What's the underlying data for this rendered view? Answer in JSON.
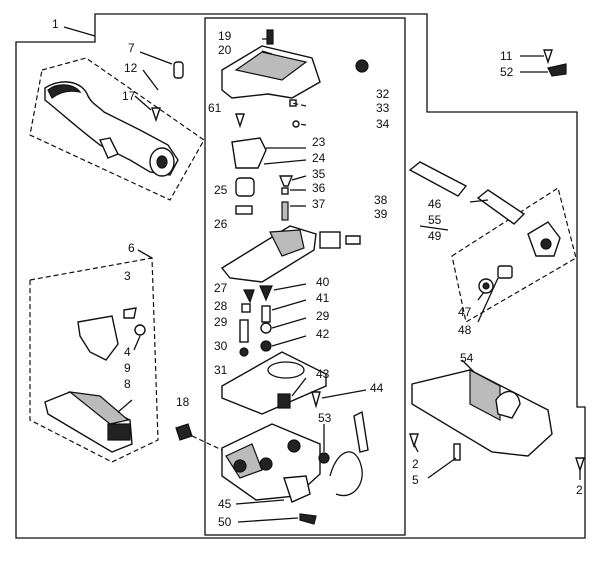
{
  "labels": {
    "l1": "1",
    "l2a": "2",
    "l2b": "2",
    "l3": "3",
    "l4": "4",
    "l5": "5",
    "l6": "6",
    "l7": "7",
    "l8": "8",
    "l9": "9",
    "l11": "11",
    "l12": "12",
    "l17": "17",
    "l18": "18",
    "l19": "19",
    "l20": "20",
    "l23": "23",
    "l24": "24",
    "l25": "25",
    "l26": "26",
    "l27": "27",
    "l28": "28",
    "l29a": "29",
    "l29b": "29",
    "l30": "30",
    "l31": "31",
    "l32": "32",
    "l33": "33",
    "l34": "34",
    "l35": "35",
    "l36": "36",
    "l37": "37",
    "l38": "38",
    "l39": "39",
    "l40": "40",
    "l41": "41",
    "l42": "42",
    "l43": "43",
    "l44": "44",
    "l45": "45",
    "l46": "46",
    "l47": "47",
    "l48": "48",
    "l49": "49",
    "l50": "50",
    "l52": "52",
    "l53": "53",
    "l54": "54",
    "l55": "55",
    "l61": "61"
  }
}
